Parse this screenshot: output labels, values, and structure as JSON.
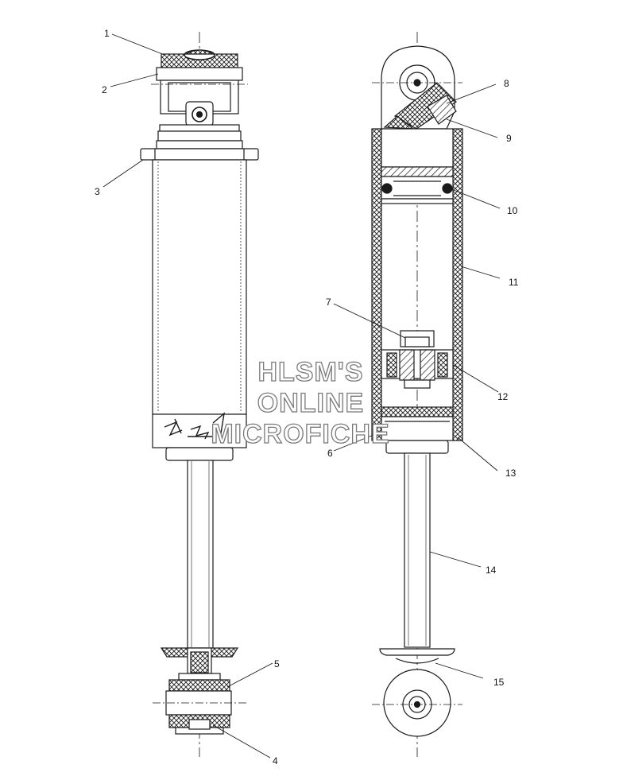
{
  "callouts": [
    {
      "id": "1",
      "label": "1"
    },
    {
      "id": "2",
      "label": "2"
    },
    {
      "id": "3",
      "label": "3"
    },
    {
      "id": "4",
      "label": "4"
    },
    {
      "id": "5",
      "label": "5"
    },
    {
      "id": "6",
      "label": "6"
    },
    {
      "id": "7",
      "label": "7"
    },
    {
      "id": "8",
      "label": "8"
    },
    {
      "id": "9",
      "label": "9"
    },
    {
      "id": "10",
      "label": "10"
    },
    {
      "id": "11",
      "label": "11"
    },
    {
      "id": "12",
      "label": "12"
    },
    {
      "id": "13",
      "label": "13"
    },
    {
      "id": "14",
      "label": "14"
    },
    {
      "id": "15",
      "label": "15"
    }
  ],
  "watermark": {
    "line1": "HLSM'S",
    "line2": "ONLINE",
    "line3": "MICROFICHE"
  },
  "colors": {
    "line": "#1a1a1a",
    "watermark_outline": "#7a7a7a"
  }
}
